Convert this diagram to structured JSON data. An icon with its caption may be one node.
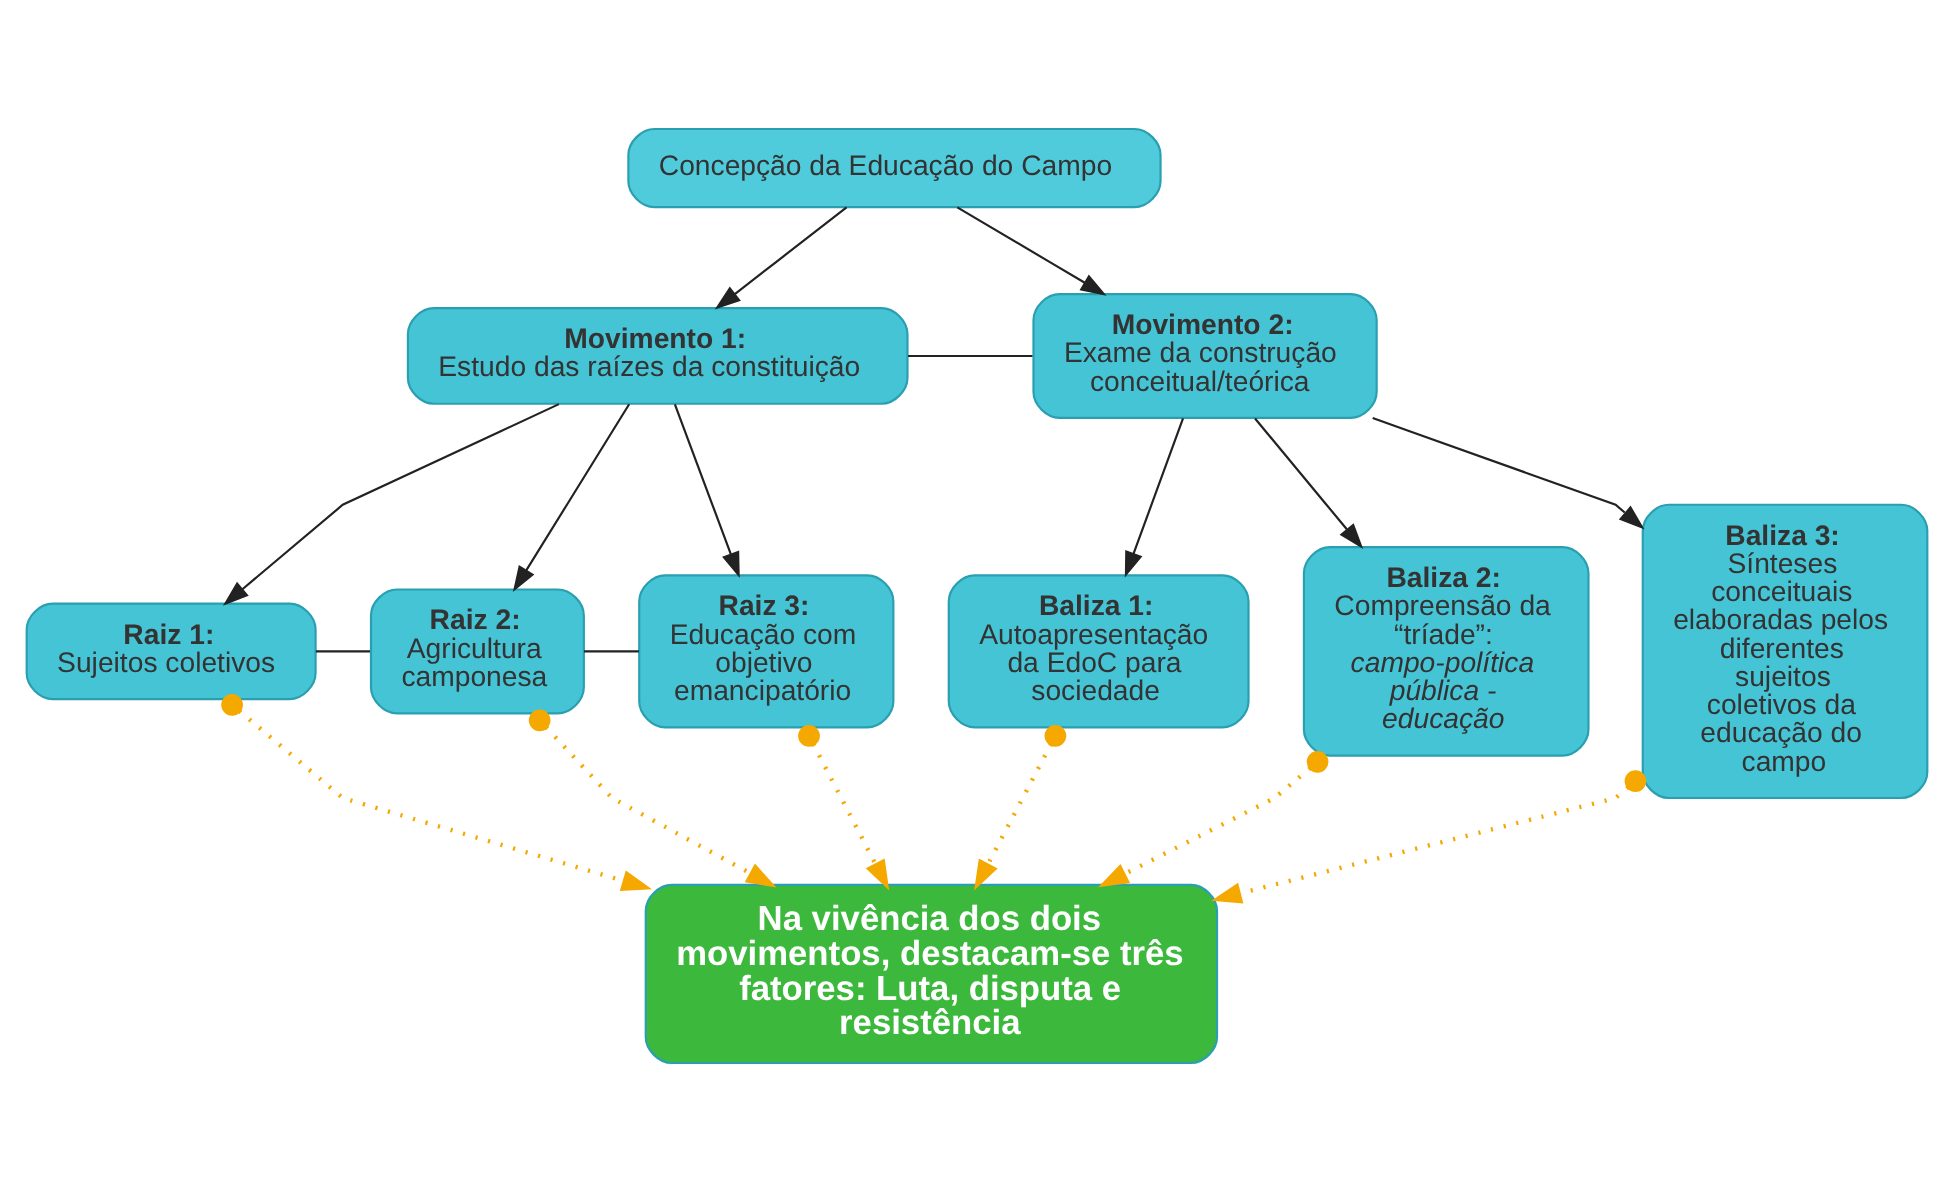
{
  "diagram": {
    "nodes": [
      {
        "text": [
          "Concepção da Educação do Campo"
        ]
      },
      {
        "text": [
          "Movimento 1:",
          "Estudo das raízes da constituição"
        ]
      },
      {
        "text": [
          "Movimento 2:",
          "Exame da construção conceitual/teórica"
        ]
      },
      {
        "text": [
          "Raiz 1:",
          "Sujeitos coletivos"
        ]
      },
      {
        "text": [
          "Raiz 2:",
          "Agricultura camponesa"
        ]
      },
      {
        "text": [
          "Raiz 3:",
          "Educação com objetivo emancipatório"
        ]
      },
      {
        "text": [
          "Baliza 1:",
          "Autoapresentação da EdoC para sociedade"
        ]
      },
      {
        "text": [
          "Baliza 2:",
          "Compreensão da “tríade”: *campo-política pública - educação*"
        ]
      },
      {
        "text": [
          "Baliza 3:",
          "Sínteses conceituais elaboradas pelos diferentes sujeitos coletivos da educação do campo"
        ]
      },
      {
        "text": [
          "Na vivência dos dois movimentos, destacam-se três fatores: Luta, disputa e resistência"
        ]
      }
    ],
    "edges": [
      {
        "from": 0,
        "to": 1,
        "arrow": "to"
      },
      {
        "from": 0,
        "to": 2,
        "arrow": "to"
      },
      {
        "from": 1,
        "to": 2,
        "arrow": "none"
      },
      {
        "from": 1,
        "to": 3,
        "arrow": "to"
      },
      {
        "from": 1,
        "to": 4,
        "arrow": "to"
      },
      {
        "from": 1,
        "to": 5,
        "arrow": "to"
      },
      {
        "from": 3,
        "to": 4,
        "arrow": "none"
      },
      {
        "from": 4,
        "to": 5,
        "arrow": "none"
      },
      {
        "from": 2,
        "to": 6,
        "arrow": "to"
      },
      {
        "from": 2,
        "to": 7,
        "arrow": "to"
      },
      {
        "from": 2,
        "to": 8,
        "arrow": "to"
      },
      {
        "from": 3,
        "to": 9,
        "arrow": "to",
        "style": "dashed",
        "color": "#f5a800"
      },
      {
        "from": 4,
        "to": 9,
        "arrow": "to",
        "style": "dashed",
        "color": "#f5a800"
      },
      {
        "from": 5,
        "to": 9,
        "arrow": "to",
        "style": "dashed",
        "color": "#f5a800"
      },
      {
        "from": 6,
        "to": 9,
        "arrow": "to",
        "style": "dashed",
        "color": "#f5a800"
      },
      {
        "from": 7,
        "to": 9,
        "arrow": "to",
        "style": "dashed",
        "color": "#f5a800"
      },
      {
        "from": 8,
        "to": 9,
        "arrow": "to",
        "style": "dashed",
        "color": "#f5a800"
      }
    ]
  }
}
